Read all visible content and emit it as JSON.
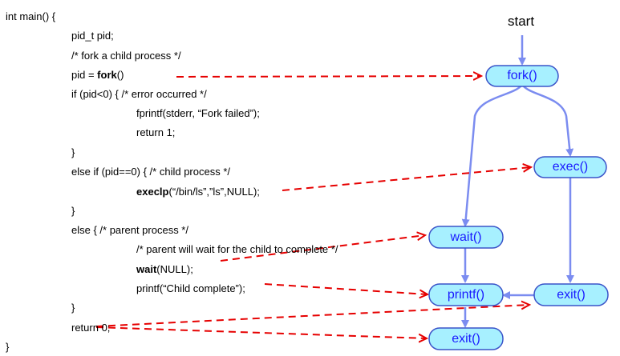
{
  "code": {
    "line1": "int main() {",
    "line2": "pid_t pid;",
    "line3": "/* fork a child process */",
    "line4_pre": "pid = ",
    "line4_bold": "fork",
    "line4_post": "()",
    "line5": "if (pid<0) { /* error occurred */",
    "line6": "fprintf(stderr, “Fork failed”);",
    "line7": "return 1;",
    "line8": "}",
    "line9": "else if (pid==0) { /* child process */",
    "line10_bold": "execlp",
    "line10_post": "(“/bin/ls”,”ls”,NULL);",
    "line11": "}",
    "line12": "else { /* parent process */",
    "line13": "/* parent will wait for the child to complete */",
    "line14_bold": "wait",
    "line14_post": "(NULL);",
    "line15": "printf(“Child complete”);",
    "line16": "}",
    "line17": "return 0;",
    "line18": "}"
  },
  "flow": {
    "start": "start",
    "fork": "fork()",
    "exec": "exec()",
    "wait": "wait()",
    "printf": "printf()",
    "exit_child": "exit()",
    "exit_parent": "exit()"
  },
  "colors": {
    "node_fill": "#a7f0ff",
    "node_stroke": "#3a53c9",
    "node_text": "#1a1aff",
    "flow_arrow": "#7b8cf0",
    "dashed_arrow": "#e60000"
  }
}
